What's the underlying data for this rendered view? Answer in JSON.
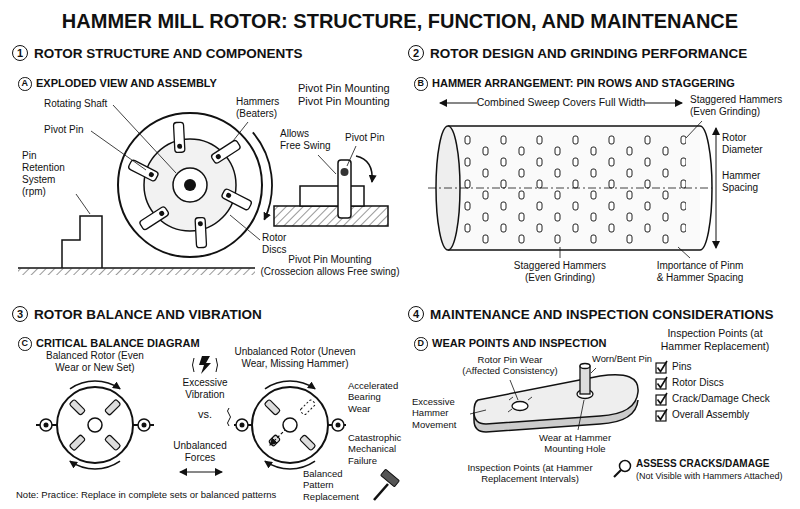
{
  "diagram": {
    "title": "HAMMER MILL ROTOR: STRUCTURE, FUNCTION, AND MAINTENANCE",
    "labels": [
      "1",
      "ROTOR STRUCTURE AND COMPONENTS",
      "A",
      "EXPLODED VIEW AND ASSEMBLY",
      "Rotating Shaft",
      "Pivot Pin",
      "Hammers (Beaters)",
      "Pin Retention System (rpm)",
      "Rotor Discs",
      "Pivot Pin Mounting",
      "Pivot Pin Mounting",
      "Allows Free Swing",
      "Pivot Pin",
      "Pivot Pin Mounting (Crossecion allows Free swing)",
      "2",
      "ROTOR DESIGN AND GRINDING PERFORMANCE",
      "B",
      "HAMMER ARRANGEMENT: PIN ROWS AND STAGGERING",
      "Combined Sweep Covers Full Width",
      "Staggered Hammers (Even Grinding)",
      "Rotor Diameter",
      "Hammer Spacing",
      "Staggered Hammers (Even Grinding)",
      "Importance of Pinm & Hammer Spacing",
      "3",
      "ROTOR BALANCE AND VIBRATION",
      "C",
      "CRITICAL BALANCE DIAGRAM",
      "Balanced Rotor (Even Wear or New Set)",
      "Excessive Vibration",
      "vs.",
      "Unbalanced Forces",
      "Unbalanced Rotor (Uneven Wear, Missing Hammer)",
      "Accelerated Bearing Wear",
      "Catastrophic Mechanical Failure",
      "Balanced Pattern Replacement",
      "Note: Practice: Replace in complete sets or balanced patterns",
      "4",
      "MAINTENANCE AND INSPECTION CONSIDERATIONS",
      "D",
      "WEAR POINTS AND INSPECTION",
      "Rotor Pin Wear (Affected Consistency)",
      "Worn/Bent Pin",
      "Inspection Points (at Hammer Replacement)",
      "Pins",
      "Rotor Discs",
      "Crack/Damage Check",
      "Overall Assembly",
      "Excessive Hammer Movement",
      "Wear at Hammer Mounting Hole",
      "Inspection Points (at Hammer Replacement Intervals)",
      "ASSESS CRACKS/DAMAGE",
      "(Not Visible with Hammers Attached)"
    ]
  }
}
